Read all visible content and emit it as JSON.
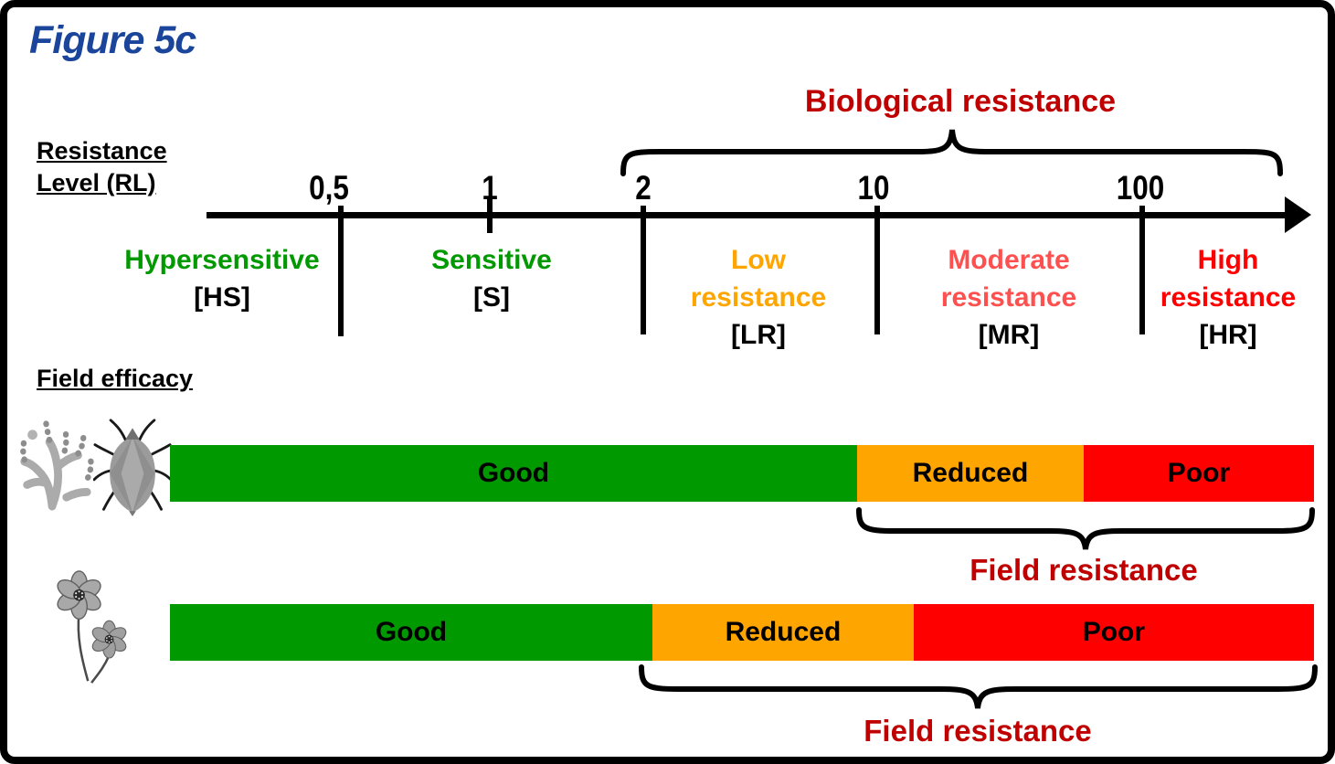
{
  "figure_title": "Figure 5c",
  "colors": {
    "title_blue": "#1B459B",
    "dark_red": "#C00000",
    "green": "#009900",
    "orange": "#FFA500",
    "salmon": "#FF5050",
    "red": "#FF0000"
  },
  "resistance_scale": {
    "axis_label_line1": "Resistance",
    "axis_label_line2": "Level (RL)",
    "biological_resistance_label": "Biological resistance",
    "ticks": [
      "0,5",
      "1",
      "2",
      "10",
      "100"
    ],
    "zones": [
      {
        "name_lines": [
          "Hypersensitive"
        ],
        "code": "[HS]",
        "color": "#009900"
      },
      {
        "name_lines": [
          "Sensitive"
        ],
        "code": "[S]",
        "color": "#009900"
      },
      {
        "name_lines": [
          "Low",
          "resistance"
        ],
        "code": "[LR]",
        "color": "#FFA500"
      },
      {
        "name_lines": [
          "Moderate",
          "resistance"
        ],
        "code": "[MR]",
        "color": "#FF5050"
      },
      {
        "name_lines": [
          "High",
          "resistance"
        ],
        "code": "[HR]",
        "color": "#FF0000"
      }
    ]
  },
  "field_efficacy": {
    "label": "Field efficacy",
    "rows": [
      {
        "icons": [
          "pathogen-icon",
          "aphid-icon"
        ],
        "segments": [
          {
            "label": "Good",
            "color": "#009900",
            "width_pct": 60.06
          },
          {
            "label": "Reduced",
            "color": "#FFA500",
            "width_pct": 19.81
          },
          {
            "label": "Poor",
            "color": "#FF0000",
            "width_pct": 20.13
          }
        ],
        "brace_label": "Field resistance"
      },
      {
        "icons": [
          "flowers-icon"
        ],
        "segments": [
          {
            "label": "Good",
            "color": "#009900",
            "width_pct": 42.17
          },
          {
            "label": "Reduced",
            "color": "#FFA500",
            "width_pct": 22.84
          },
          {
            "label": "Poor",
            "color": "#FF0000",
            "width_pct": 34.98
          }
        ],
        "brace_label": "Field resistance"
      }
    ]
  }
}
